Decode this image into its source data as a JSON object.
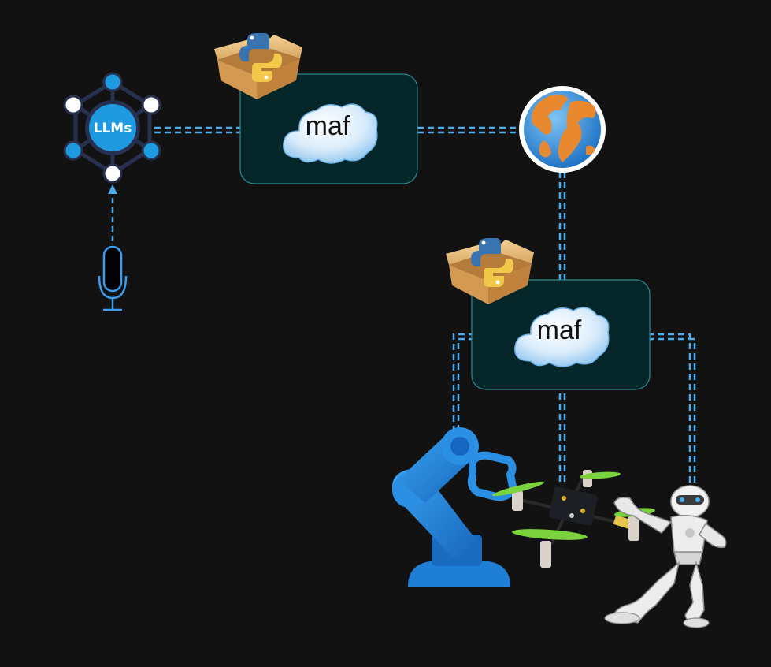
{
  "llm_hub": {
    "label": "LLMs",
    "icon": "llm-network-icon",
    "colors": {
      "center": "#1e9be0",
      "ring": "#27304f",
      "node_filled": "#1e9be0",
      "node_hollow": "#ffffff"
    }
  },
  "microphone": {
    "icon": "microphone-icon",
    "color": "#3b9df0"
  },
  "maf_nodes": [
    {
      "id": "maf-top",
      "label": "maf",
      "package_icon": "python-package-icon",
      "cloud_icon": "cloud-icon"
    },
    {
      "id": "maf-bottom",
      "label": "maf",
      "package_icon": "python-package-icon",
      "cloud_icon": "cloud-icon"
    }
  ],
  "globe": {
    "icon": "globe-icon"
  },
  "devices": [
    {
      "id": "robot-arm",
      "icon": "robot-arm-icon"
    },
    {
      "id": "drone",
      "icon": "quadcopter-drone-icon"
    },
    {
      "id": "humanoid",
      "icon": "humanoid-robot-icon"
    }
  ],
  "colors": {
    "background": "#121213",
    "connector": "#4aaef0",
    "panel_fill": "#042628",
    "panel_stroke": "#2c8a8c",
    "arm_blue": "#2b8fe3",
    "arm_blue_dark": "#1667b8",
    "propeller_green": "#7ad23c"
  }
}
